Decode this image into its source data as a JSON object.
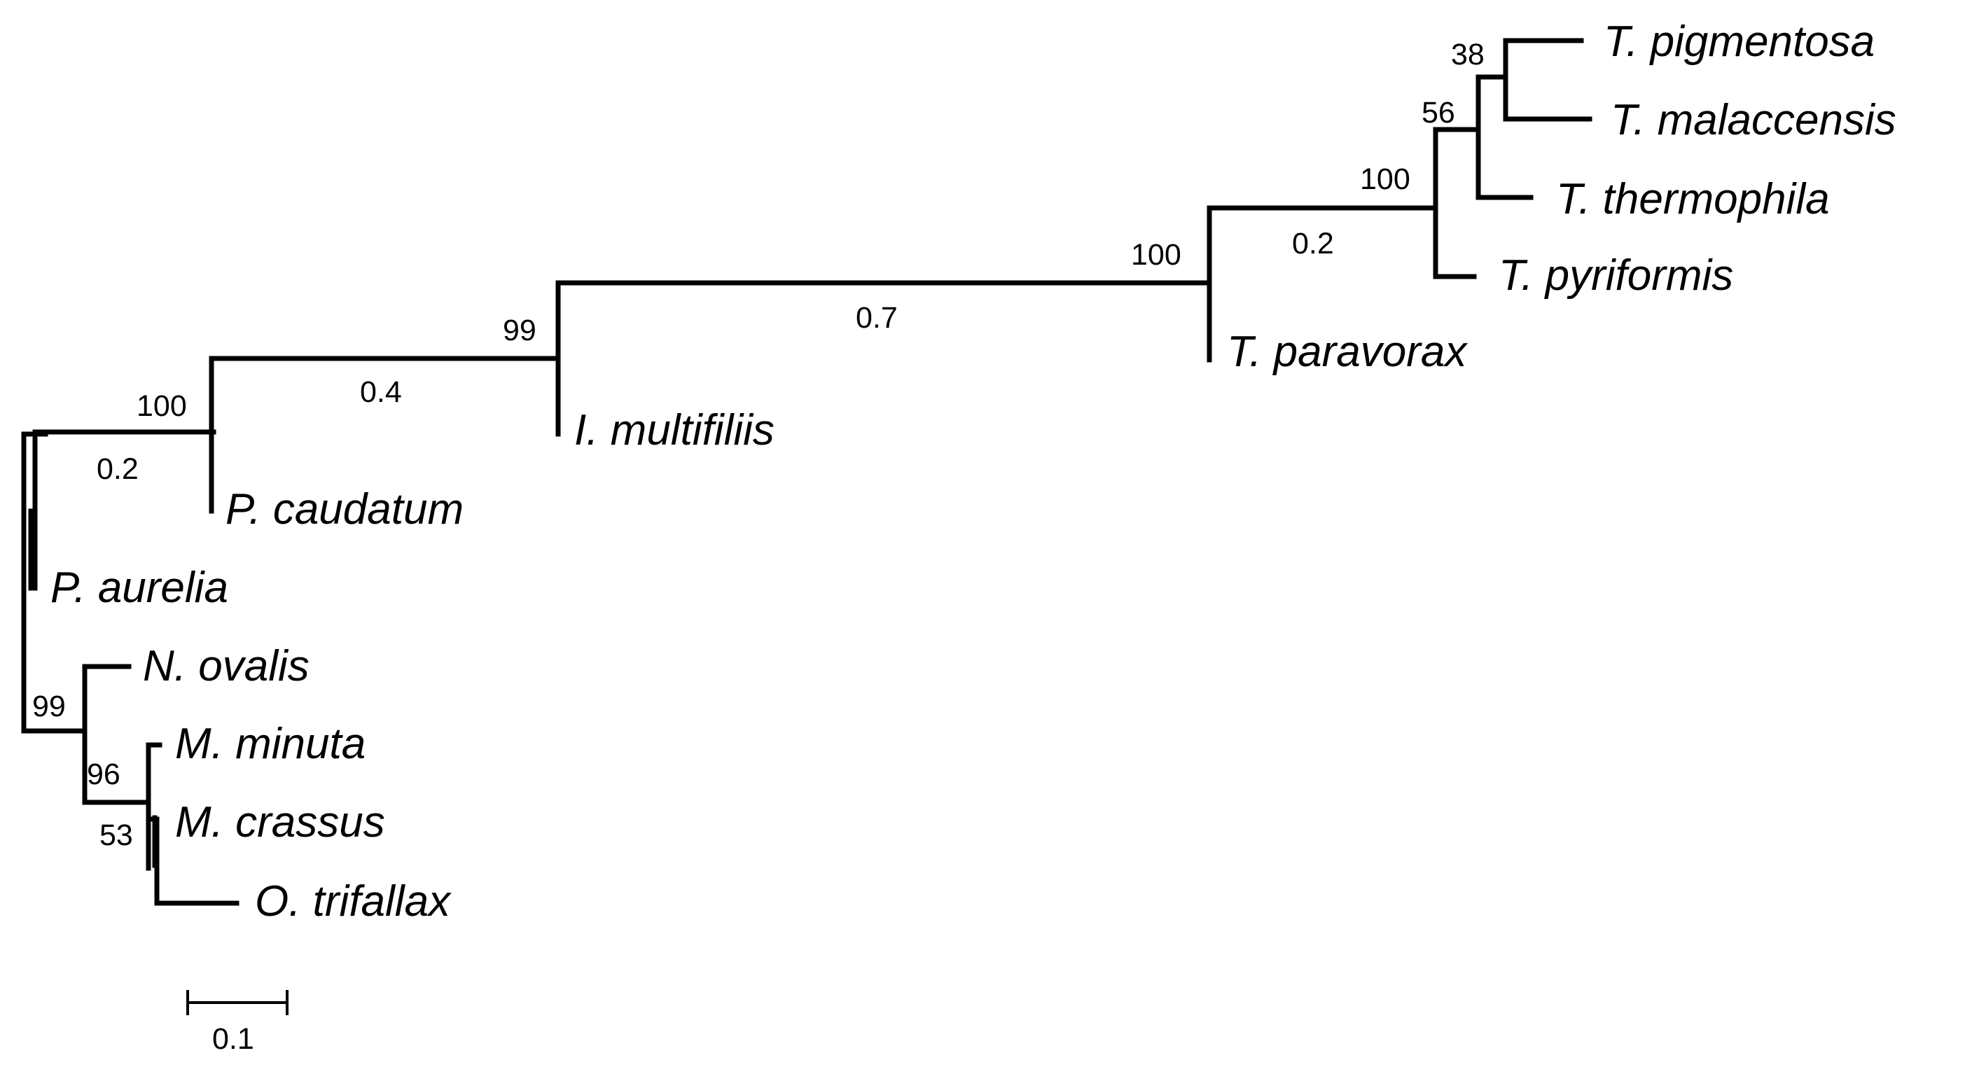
{
  "tree": {
    "taxa": [
      "T. pigmentosa",
      "T. malaccensis",
      "T. thermophila",
      "T. pyriformis",
      "T. paravorax",
      "I. multifiliis",
      "P. caudatum",
      "P. aurelia",
      "N. ovalis",
      "M. minuta",
      "M. crassus",
      "O. trifallax"
    ],
    "support_values": [
      "38",
      "56",
      "100",
      "100",
      "99",
      "100",
      "99",
      "96",
      "53"
    ],
    "branch_length_labels": [
      "0.2",
      "0.7",
      "0.4",
      "0.2"
    ],
    "scale_bar": {
      "label": "0.1",
      "value": 0.1
    }
  }
}
